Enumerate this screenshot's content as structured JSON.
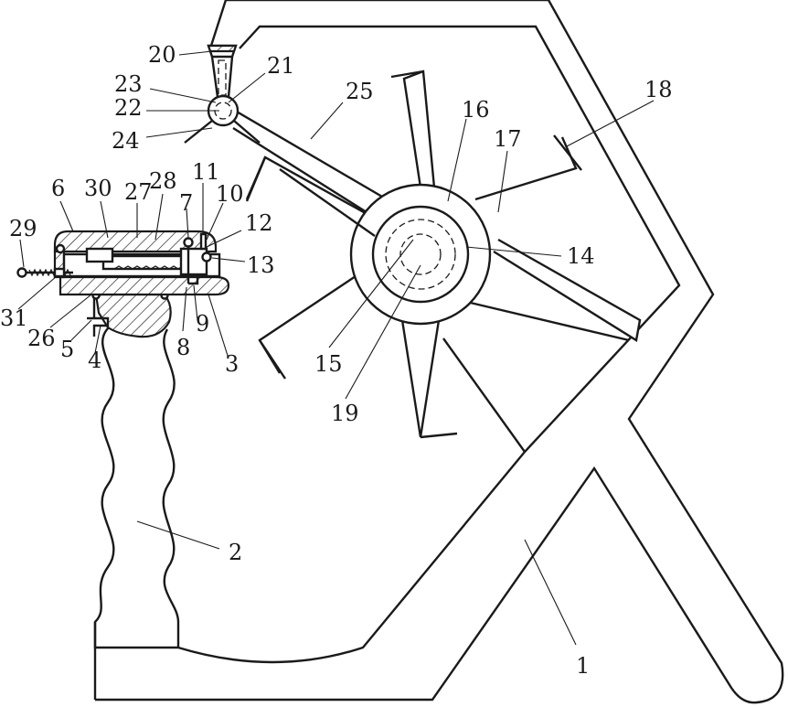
{
  "labels": {
    "n1": "1",
    "n2": "2",
    "n3": "3",
    "n4": "4",
    "n5": "5",
    "n6": "6",
    "n7": "7",
    "n8": "8",
    "n9": "9",
    "n10": "10",
    "n11": "11",
    "n12": "12",
    "n13": "13",
    "n14": "14",
    "n15": "15",
    "n16": "16",
    "n17": "17",
    "n18": "18",
    "n19": "19",
    "n20": "20",
    "n21": "21",
    "n22": "22",
    "n23": "23",
    "n24": "24",
    "n25": "25",
    "n26": "26",
    "n27": "27",
    "n28": "28",
    "n29": "29",
    "n30": "30",
    "n31": "31"
  },
  "colors": {
    "stroke": "#1a1a1a",
    "background": "#ffffff"
  }
}
